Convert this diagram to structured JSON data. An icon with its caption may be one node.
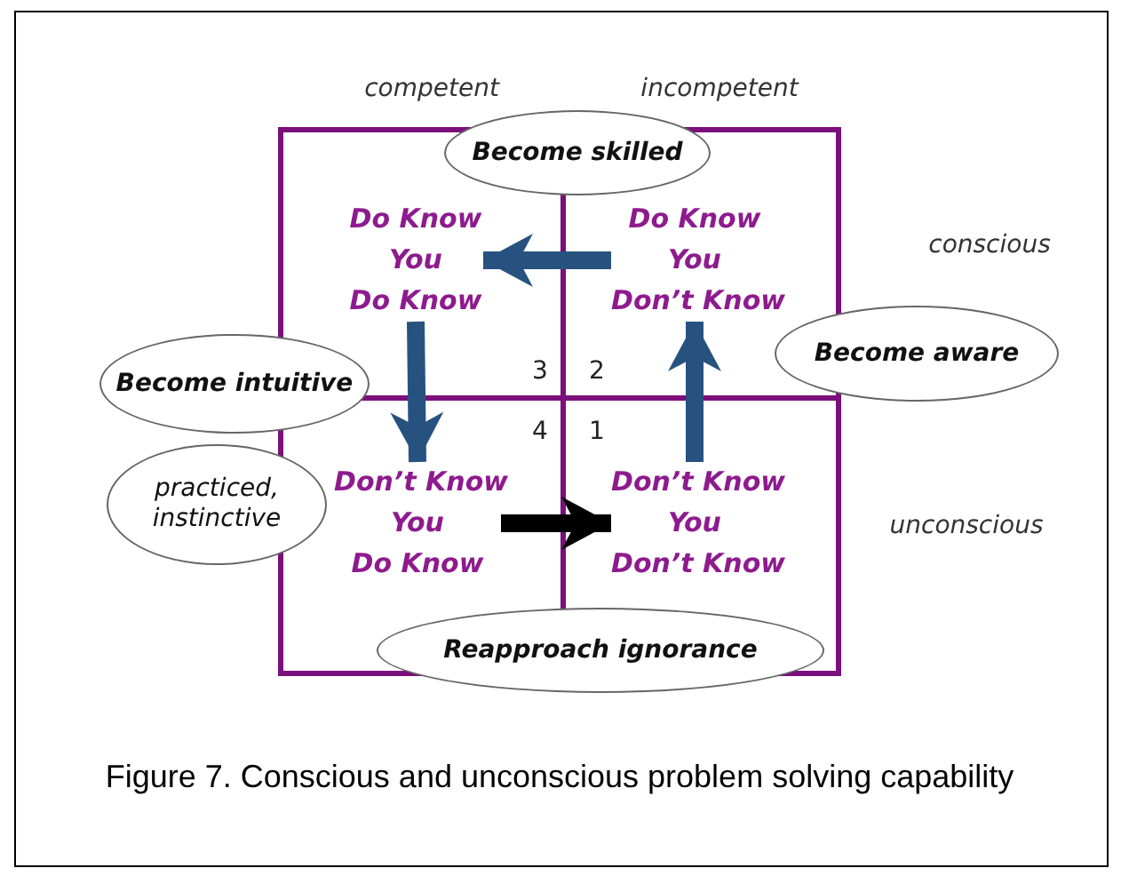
{
  "diagram": {
    "caption": "Figure 7. Conscious and unconscious problem solving capability",
    "nodes": [
      {
        "text": [
          "Become skilled"
        ]
      },
      {
        "text": [
          "Do Know You Do Know"
        ]
      },
      {
        "text": [
          "Do Know You Don’t Know"
        ]
      },
      {
        "text": [
          "Become intuitive"
        ]
      },
      {
        "text": [
          "Become aware"
        ]
      },
      {
        "text": [
          "Don’t Know You Do Know"
        ]
      },
      {
        "text": [
          "Don’t Know You Don’t Know"
        ]
      },
      {
        "text": [
          "practiced, instinctive"
        ]
      },
      {
        "text": [
          "Reapproach ignorance"
        ]
      }
    ],
    "edges": [
      {
        "from": 2,
        "to": 1,
        "arrow": "to"
      },
      {
        "from": 1,
        "to": 5,
        "arrow": "to"
      },
      {
        "from": 5,
        "to": 6,
        "arrow": "to",
        "color": "#000000"
      },
      {
        "from": 6,
        "to": 2,
        "arrow": "to"
      }
    ],
    "labels": [
      "competent",
      "incompetent",
      "conscious",
      "3",
      "2",
      "4",
      "1",
      "unconscious"
    ]
  }
}
